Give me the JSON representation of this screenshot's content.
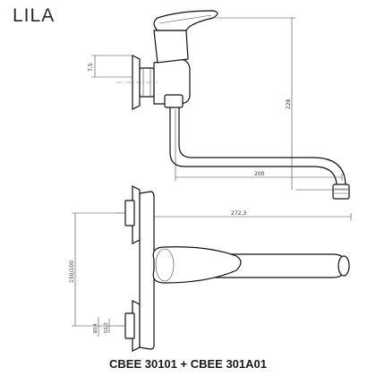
{
  "title": "LILA",
  "product_codes": "CBEE 30101 + CBEE 301A01",
  "dimensions": {
    "thread_offset": "7,5",
    "height": "228",
    "spout_reach_side": "200",
    "spout_reach_top": "272,3",
    "inlet_spacing": "150/100",
    "inlet_diameter": "Ø14",
    "inlet_thread": "G1/2"
  }
}
